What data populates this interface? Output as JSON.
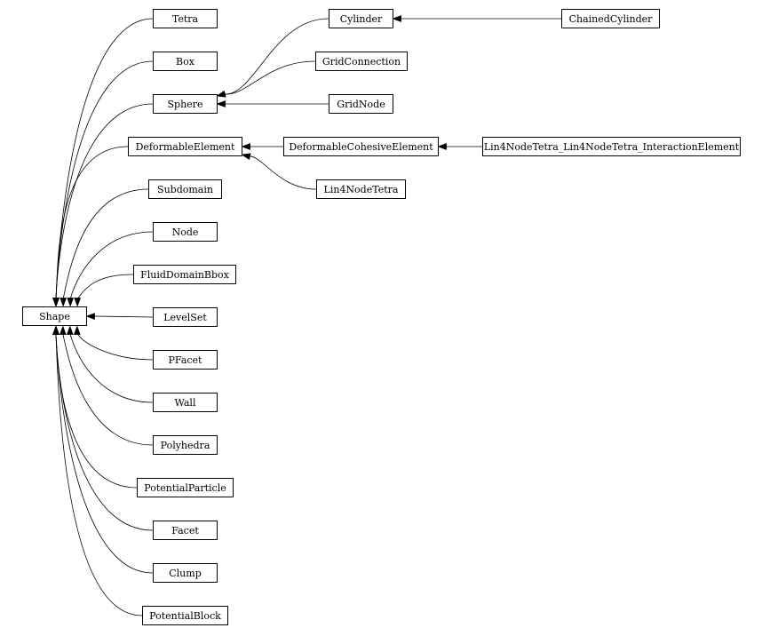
{
  "diagram": {
    "nodes": [
      {
        "id": "Shape",
        "label": "Shape"
      },
      {
        "id": "Tetra",
        "label": "Tetra"
      },
      {
        "id": "Box",
        "label": "Box"
      },
      {
        "id": "Sphere",
        "label": "Sphere"
      },
      {
        "id": "DeformableElement",
        "label": "DeformableElement"
      },
      {
        "id": "Subdomain",
        "label": "Subdomain"
      },
      {
        "id": "Node",
        "label": "Node"
      },
      {
        "id": "FluidDomainBbox",
        "label": "FluidDomainBbox"
      },
      {
        "id": "LevelSet",
        "label": "LevelSet"
      },
      {
        "id": "PFacet",
        "label": "PFacet"
      },
      {
        "id": "Wall",
        "label": "Wall"
      },
      {
        "id": "Polyhedra",
        "label": "Polyhedra"
      },
      {
        "id": "PotentialParticle",
        "label": "PotentialParticle"
      },
      {
        "id": "Facet",
        "label": "Facet"
      },
      {
        "id": "Clump",
        "label": "Clump"
      },
      {
        "id": "PotentialBlock",
        "label": "PotentialBlock"
      },
      {
        "id": "Cylinder",
        "label": "Cylinder"
      },
      {
        "id": "GridConnection",
        "label": "GridConnection"
      },
      {
        "id": "GridNode",
        "label": "GridNode"
      },
      {
        "id": "ChainedCylinder",
        "label": "ChainedCylinder"
      },
      {
        "id": "DeformableCohesiveElement",
        "label": "DeformableCohesiveElement"
      },
      {
        "id": "Lin4NodeTetra",
        "label": "Lin4NodeTetra"
      },
      {
        "id": "Lin4NodeTetra_Lin4NodeTetra_InteractionElement",
        "label": "Lin4NodeTetra_Lin4NodeTetra_InteractionElement"
      }
    ],
    "edges": [
      {
        "from": "Tetra",
        "to": "Shape"
      },
      {
        "from": "Box",
        "to": "Shape"
      },
      {
        "from": "Sphere",
        "to": "Shape"
      },
      {
        "from": "DeformableElement",
        "to": "Shape"
      },
      {
        "from": "Subdomain",
        "to": "Shape"
      },
      {
        "from": "Node",
        "to": "Shape"
      },
      {
        "from": "FluidDomainBbox",
        "to": "Shape"
      },
      {
        "from": "LevelSet",
        "to": "Shape"
      },
      {
        "from": "PFacet",
        "to": "Shape"
      },
      {
        "from": "Wall",
        "to": "Shape"
      },
      {
        "from": "Polyhedra",
        "to": "Shape"
      },
      {
        "from": "PotentialParticle",
        "to": "Shape"
      },
      {
        "from": "Facet",
        "to": "Shape"
      },
      {
        "from": "Clump",
        "to": "Shape"
      },
      {
        "from": "PotentialBlock",
        "to": "Shape"
      },
      {
        "from": "Cylinder",
        "to": "Sphere"
      },
      {
        "from": "GridConnection",
        "to": "Sphere"
      },
      {
        "from": "GridNode",
        "to": "Sphere"
      },
      {
        "from": "ChainedCylinder",
        "to": "Cylinder"
      },
      {
        "from": "DeformableCohesiveElement",
        "to": "DeformableElement"
      },
      {
        "from": "Lin4NodeTetra",
        "to": "DeformableElement"
      },
      {
        "from": "Lin4NodeTetra_Lin4NodeTetra_InteractionElement",
        "to": "DeformableCohesiveElement"
      }
    ]
  }
}
